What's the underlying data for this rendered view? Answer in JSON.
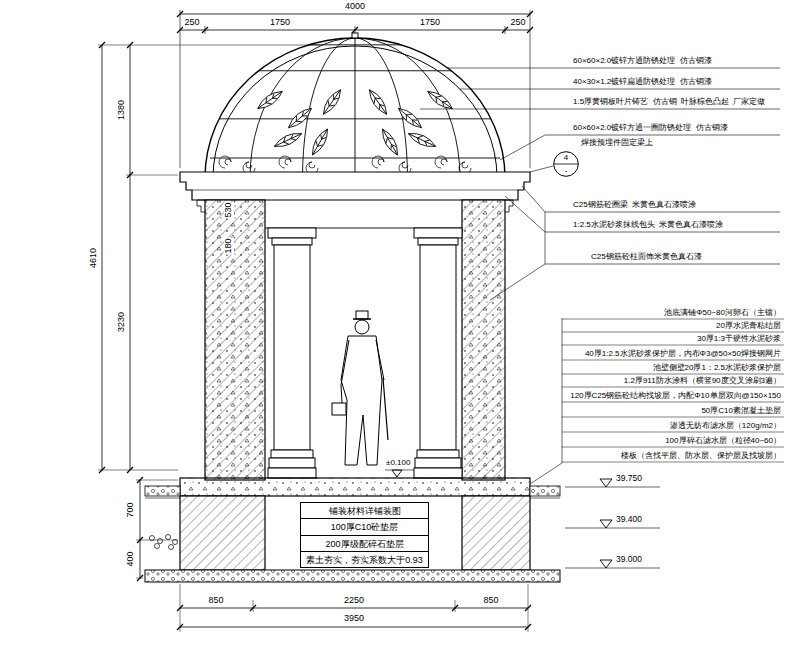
{
  "diagram": {
    "nodes": [
      {
        "text": [
          "铺装材料详铺装图"
        ]
      },
      {
        "text": [
          "100厚C10砼垫层"
        ]
      },
      {
        "text": [
          "200厚级配碎石垫层"
        ]
      },
      {
        "text": [
          "素土夯实，夯实系数大于0.93"
        ]
      },
      {
        "text": [
          "4",
          "-"
        ]
      }
    ],
    "labels": [
      "4000",
      "250",
      "1750",
      "1750",
      "250",
      "1380",
      "4610",
      "3230",
      "530",
      "180",
      "60×60×2.0镀锌方通防锈处理  仿古铜漆",
      "40×30×1.2镀锌扁通防锈处理  仿古铜漆",
      "1.5厚黄铜板叶片铸艺  仿古铜  叶脉棕色凸起  厂家定做",
      "60×60×2.0镀锌方通一圈防锈处理  仿古铜漆",
      "焊接预埋件固定梁上",
      "C25钢筋砼圈梁  米黄色真石漆喷涂",
      "1:2.5水泥砂浆抹线包头  米黄色真石漆喷涂",
      "C25钢筋砼柱面饰米黄色真石漆",
      "池底满铺Φ50~80河卵石（主镶）",
      "20厚水泥膏粘结层",
      "30厚1:3干硬性水泥砂浆",
      "40厚1:2.5水泥砂浆保护层，内布Φ3@50×50焊接钢网片",
      "池壁侧壁20厚1：2.5水泥砂浆保护层",
      "1.2厚911防水涂料（横竖90度交叉涂刷3遍）",
      "120厚C25钢筋砼结构找坡层，内配Φ10单层双向@150×150",
      "50厚C10素混凝土垫层",
      "渗透无纺布滤水层（120g/m2）",
      "100厚碎石滤水层（粒径40~60）",
      "楼板（含找平层、防水层、保护层及找坡层）",
      "±0.100",
      "39.750",
      "39.400",
      "39.000",
      "700",
      "400",
      "850",
      "2250",
      "850",
      "3950"
    ]
  }
}
